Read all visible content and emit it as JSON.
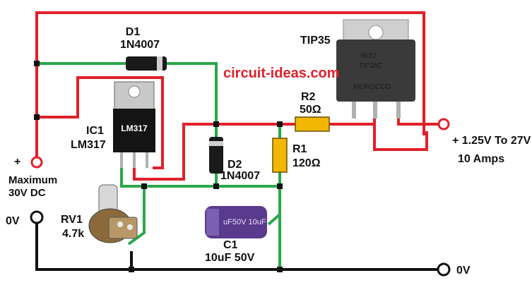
{
  "watermark": "circuit-ideas.com",
  "components": {
    "d1": {
      "ref": "D1",
      "part": "1N4007"
    },
    "ic1": {
      "ref": "IC1",
      "part": "LM317",
      "body_marking": "LM317"
    },
    "tip35": {
      "ref": "TIP35",
      "marking_line1": "9622",
      "marking_line2": "TIP35C",
      "marking_line3": "MOROCCO"
    },
    "r2": {
      "ref": "R2",
      "value": "50Ω"
    },
    "r1": {
      "ref": "R1",
      "value": "120Ω"
    },
    "d2": {
      "ref": "D2",
      "part": "1N4007"
    },
    "c1": {
      "ref": "C1",
      "value": "10uF 50V",
      "body_marking": "uF50V 10uF"
    },
    "rv1": {
      "ref": "RV1",
      "value": "4.7k"
    }
  },
  "terminals": {
    "input_plus": {
      "symbol": "+",
      "line1": "Maximum",
      "line2": "30V DC"
    },
    "input_zero": {
      "label": "0V"
    },
    "output_plus": {
      "line1": "+ 1.25V To 27V",
      "line2": "10 Amps"
    },
    "output_zero": {
      "label": "0V"
    }
  },
  "colors": {
    "positive_wire": "#e0202a",
    "regulated_wire": "#2aa84a",
    "ground_wire": "#111111",
    "resistor_body": "#f2b705",
    "capacitor_body": "#5a3a8c"
  }
}
